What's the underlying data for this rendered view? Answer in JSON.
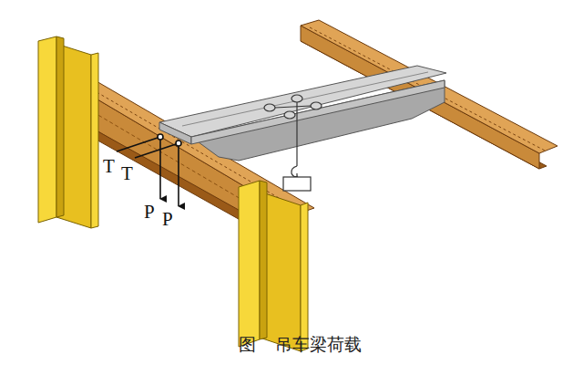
{
  "diagram": {
    "caption": "图 吊车梁荷载",
    "labels": [
      "T",
      "T",
      "P",
      "P"
    ]
  }
}
